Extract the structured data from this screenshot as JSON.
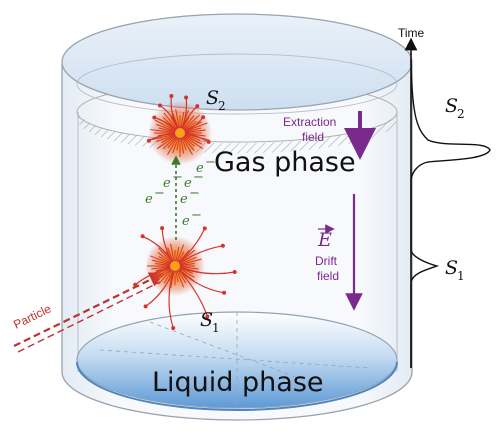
{
  "labels": {
    "s2_symbol": "S",
    "s2_sub": "2",
    "s1_symbol": "S",
    "s1_sub": "1",
    "gas_phase": "Gas phase",
    "liquid_phase": "Liquid phase",
    "extraction_line1": "Extraction",
    "extraction_line2": "field",
    "drift_E": "E",
    "drift_line1": "Drift",
    "drift_line2": "field",
    "particle": "Particle",
    "electron": "e",
    "electron_charge": "−",
    "time_axis": "Time",
    "signal_s2_symbol": "S",
    "signal_s2_sub": "2",
    "signal_s1_symbol": "S",
    "signal_s1_sub": "1"
  },
  "colors": {
    "field_arrow": "#7a2a8c",
    "electron": "#3b7a2a",
    "spark": "#d6342b",
    "spark_core": "#f7a21b",
    "liquid": "#6aa6dd",
    "gas": "#dce8f5",
    "outline": "#8a8f96"
  }
}
